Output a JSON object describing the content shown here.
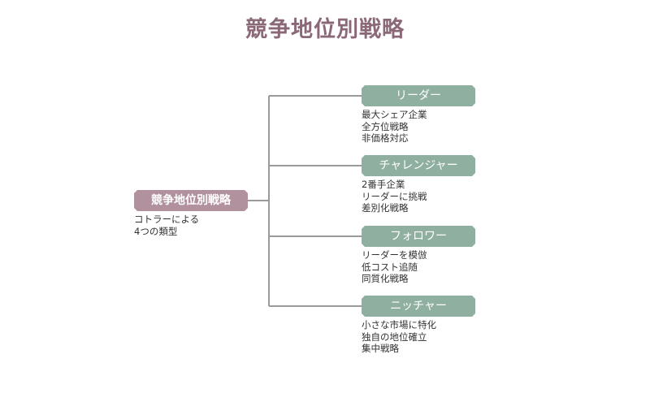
{
  "title": "競争地位別戦略",
  "root": {
    "label": "競争地位別戦略",
    "desc": [
      "コトラーによる",
      "4つの類型"
    ]
  },
  "branches": [
    {
      "label": "リーダー",
      "desc": [
        "最大シェア企業",
        "全方位戦略",
        "非価格対応"
      ]
    },
    {
      "label": "チャレンジャー",
      "desc": [
        "2番手企業",
        "リーダーに挑戦",
        "差別化戦略"
      ]
    },
    {
      "label": "フォロワー",
      "desc": [
        "リーダーを模倣",
        "低コスト追随",
        "同質化戦略"
      ]
    },
    {
      "label": "ニッチャー",
      "desc": [
        "小さな市場に特化",
        "独自の地位確立",
        "集中戦略"
      ]
    }
  ],
  "colors": {
    "title": "#8a6878",
    "root_fill": "#b2919f",
    "branch_fill": "#8fb0a0",
    "connector": "#9a9a9a"
  }
}
